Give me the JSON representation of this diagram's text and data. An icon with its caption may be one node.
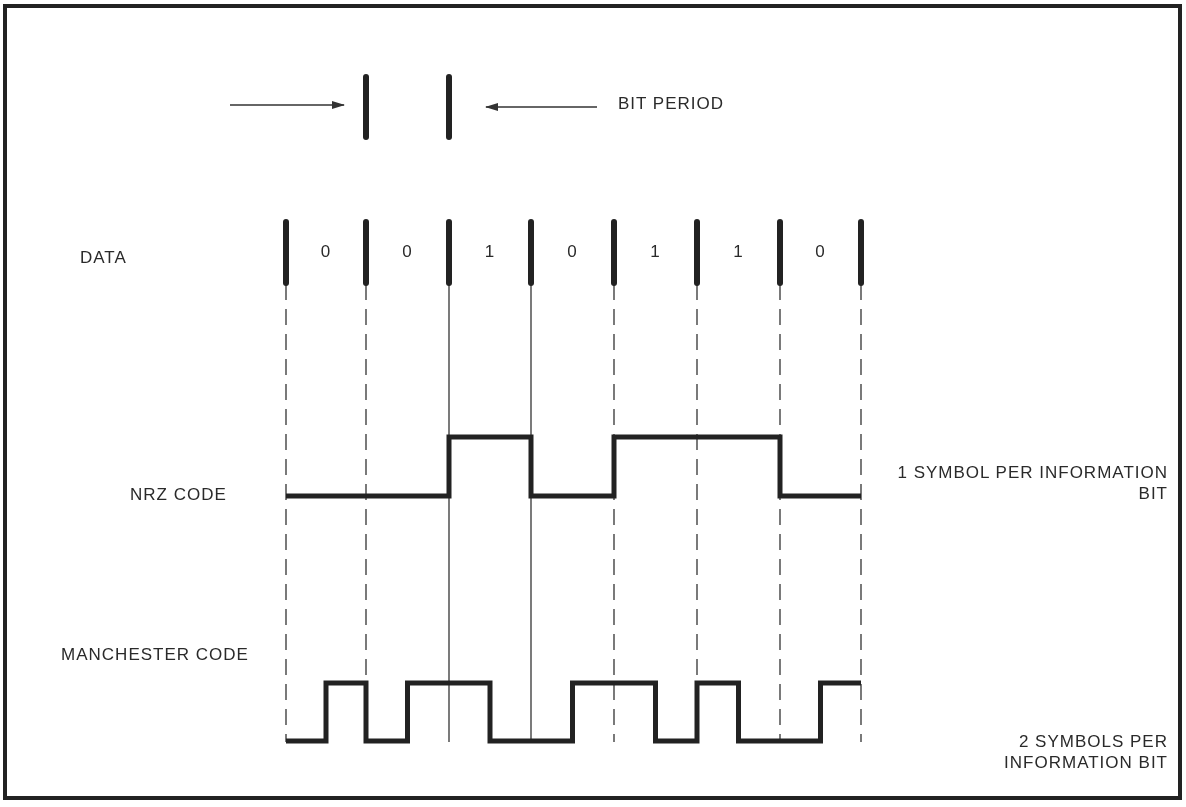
{
  "diagram": {
    "labels": [
      "BIT PERIOD",
      "DATA",
      "0",
      "0",
      "1",
      "0",
      "1",
      "1",
      "0",
      "NRZ CODE",
      "1 SYMBOL PER INFORMATION BIT",
      "MANCHESTER CODE",
      "2 SYMBOLS PER INFORMATION BIT"
    ]
  }
}
